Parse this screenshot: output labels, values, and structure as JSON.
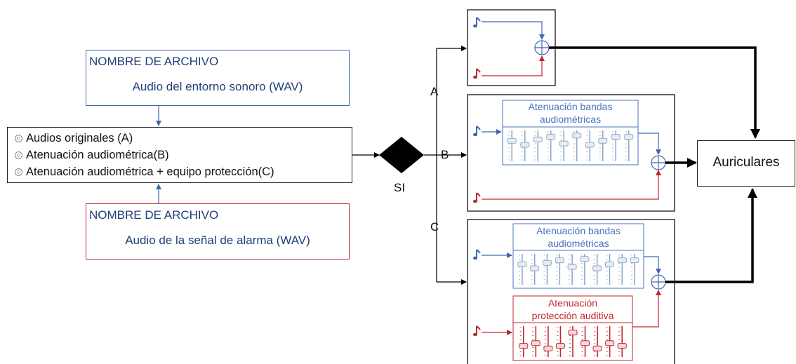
{
  "inputs": {
    "ambient": {
      "title": "NOMBRE DE ARCHIVO",
      "subtitle": "Audio del entorno sonoro (WAV)"
    },
    "alarm": {
      "title": "NOMBRE DE ARCHIVO",
      "subtitle": "Audio de la señal de alarma (WAV)"
    }
  },
  "options": [
    "Audios originales (A)",
    "Atenuación audiométrica(B)",
    "Atenuación audiométrica + equipo protección(C)"
  ],
  "decision": {
    "label": "SI"
  },
  "branches": {
    "a": "A",
    "b": "B",
    "c": "C"
  },
  "blocks": {
    "bands_b": {
      "line1": "Atenuación bandas",
      "line2": "audiométricas"
    },
    "bands_c": {
      "line1": "Atenuación bandas",
      "line2": "audiométricas"
    },
    "protection": {
      "line1": "Atenuación",
      "line2": "protección auditiva"
    }
  },
  "output": {
    "label": "Auriculares"
  },
  "colors": {
    "blue": "#3f66b0",
    "red": "#c0272d",
    "black": "#000000",
    "slider_blue": "#9fb4cf"
  },
  "icons": [
    "music-note-icon",
    "summing-junction-icon",
    "radio-icon",
    "diamond-decision-icon",
    "equalizer-icon"
  ]
}
